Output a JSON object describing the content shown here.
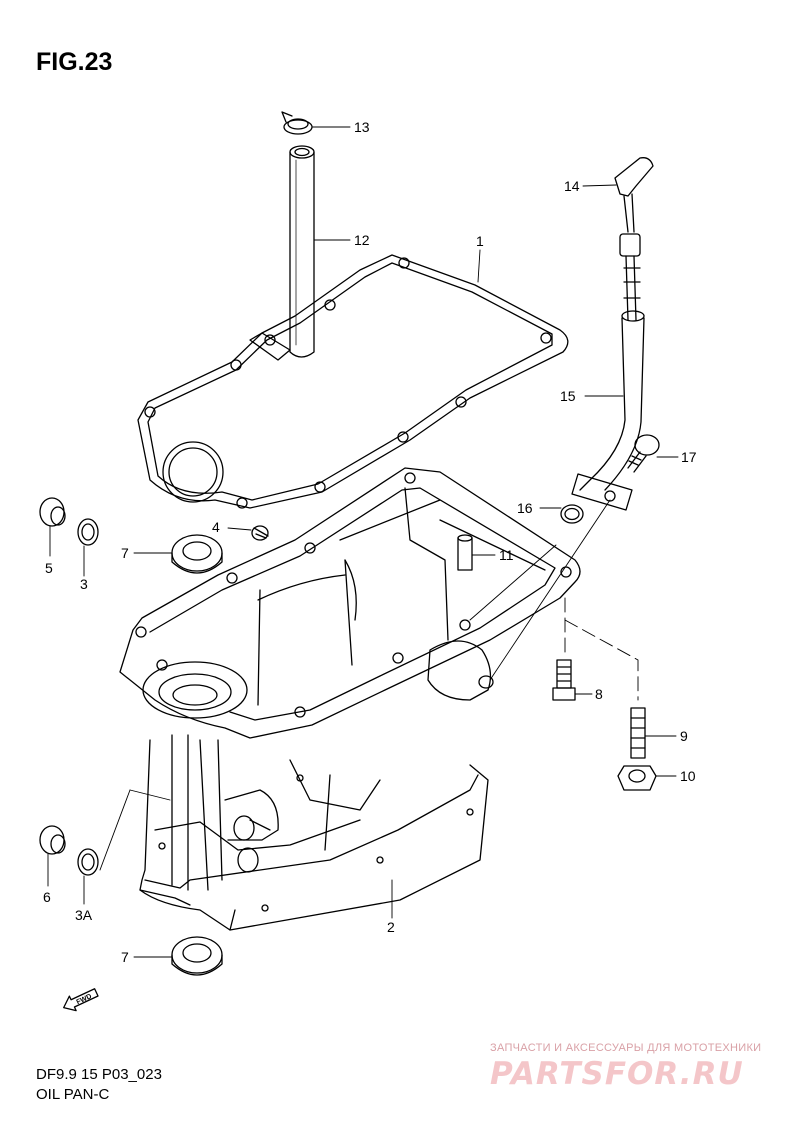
{
  "figure": {
    "title": "FIG.23",
    "code": "DF9.9 15 P03_023",
    "name": "OIL PAN-C"
  },
  "callouts": [
    {
      "id": "13",
      "label": "13"
    },
    {
      "id": "12",
      "label": "12"
    },
    {
      "id": "1",
      "label": "1"
    },
    {
      "id": "14",
      "label": "14"
    },
    {
      "id": "15",
      "label": "15"
    },
    {
      "id": "17",
      "label": "17"
    },
    {
      "id": "16",
      "label": "16"
    },
    {
      "id": "11",
      "label": "11"
    },
    {
      "id": "4",
      "label": "4"
    },
    {
      "id": "7a",
      "label": "7"
    },
    {
      "id": "5",
      "label": "5"
    },
    {
      "id": "3",
      "label": "3"
    },
    {
      "id": "8",
      "label": "8"
    },
    {
      "id": "9",
      "label": "9"
    },
    {
      "id": "10",
      "label": "10"
    },
    {
      "id": "6",
      "label": "6"
    },
    {
      "id": "3A",
      "label": "3A"
    },
    {
      "id": "2",
      "label": "2"
    },
    {
      "id": "7b",
      "label": "7"
    }
  ],
  "direction_arrow": {
    "label": "FWD",
    "icon": "fwd-arrow-icon"
  },
  "watermark": {
    "tagline": "ЗАПЧАСТИ И АКСЕССУАРЫ ДЛЯ МОТОТЕХНИКИ",
    "brand": "PARTSFOR.RU",
    "color": "#f4c6c9"
  }
}
